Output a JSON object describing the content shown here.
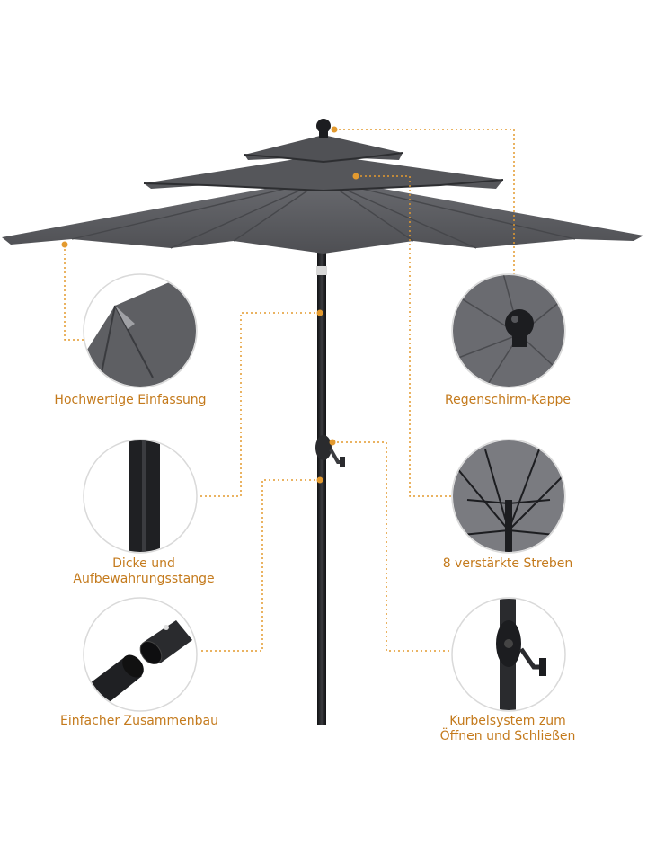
{
  "colors": {
    "accent": "#e39a2f",
    "canopy": "#5b5c60",
    "canopy_dark": "#3c3d41",
    "pole": "#1f2023"
  },
  "features": {
    "left": [
      {
        "icon": "edge-trim-detail-icon",
        "lines": [
          "Hochwertige Einfassung"
        ]
      },
      {
        "icon": "thick-pole-detail-icon",
        "lines": [
          "Dicke und",
          "Aufbewahrungsstange"
        ]
      },
      {
        "icon": "pole-connector-detail-icon",
        "lines": [
          "Einfacher Zusammenbau"
        ]
      }
    ],
    "right": [
      {
        "icon": "umbrella-cap-detail-icon",
        "lines": [
          "Regenschirm-Kappe"
        ]
      },
      {
        "icon": "ribs-detail-icon",
        "lines": [
          "8 verstärkte Streben"
        ]
      },
      {
        "icon": "crank-detail-icon",
        "lines": [
          "Kurbelsystem zum",
          "Öffnen und Schließen"
        ]
      }
    ]
  }
}
